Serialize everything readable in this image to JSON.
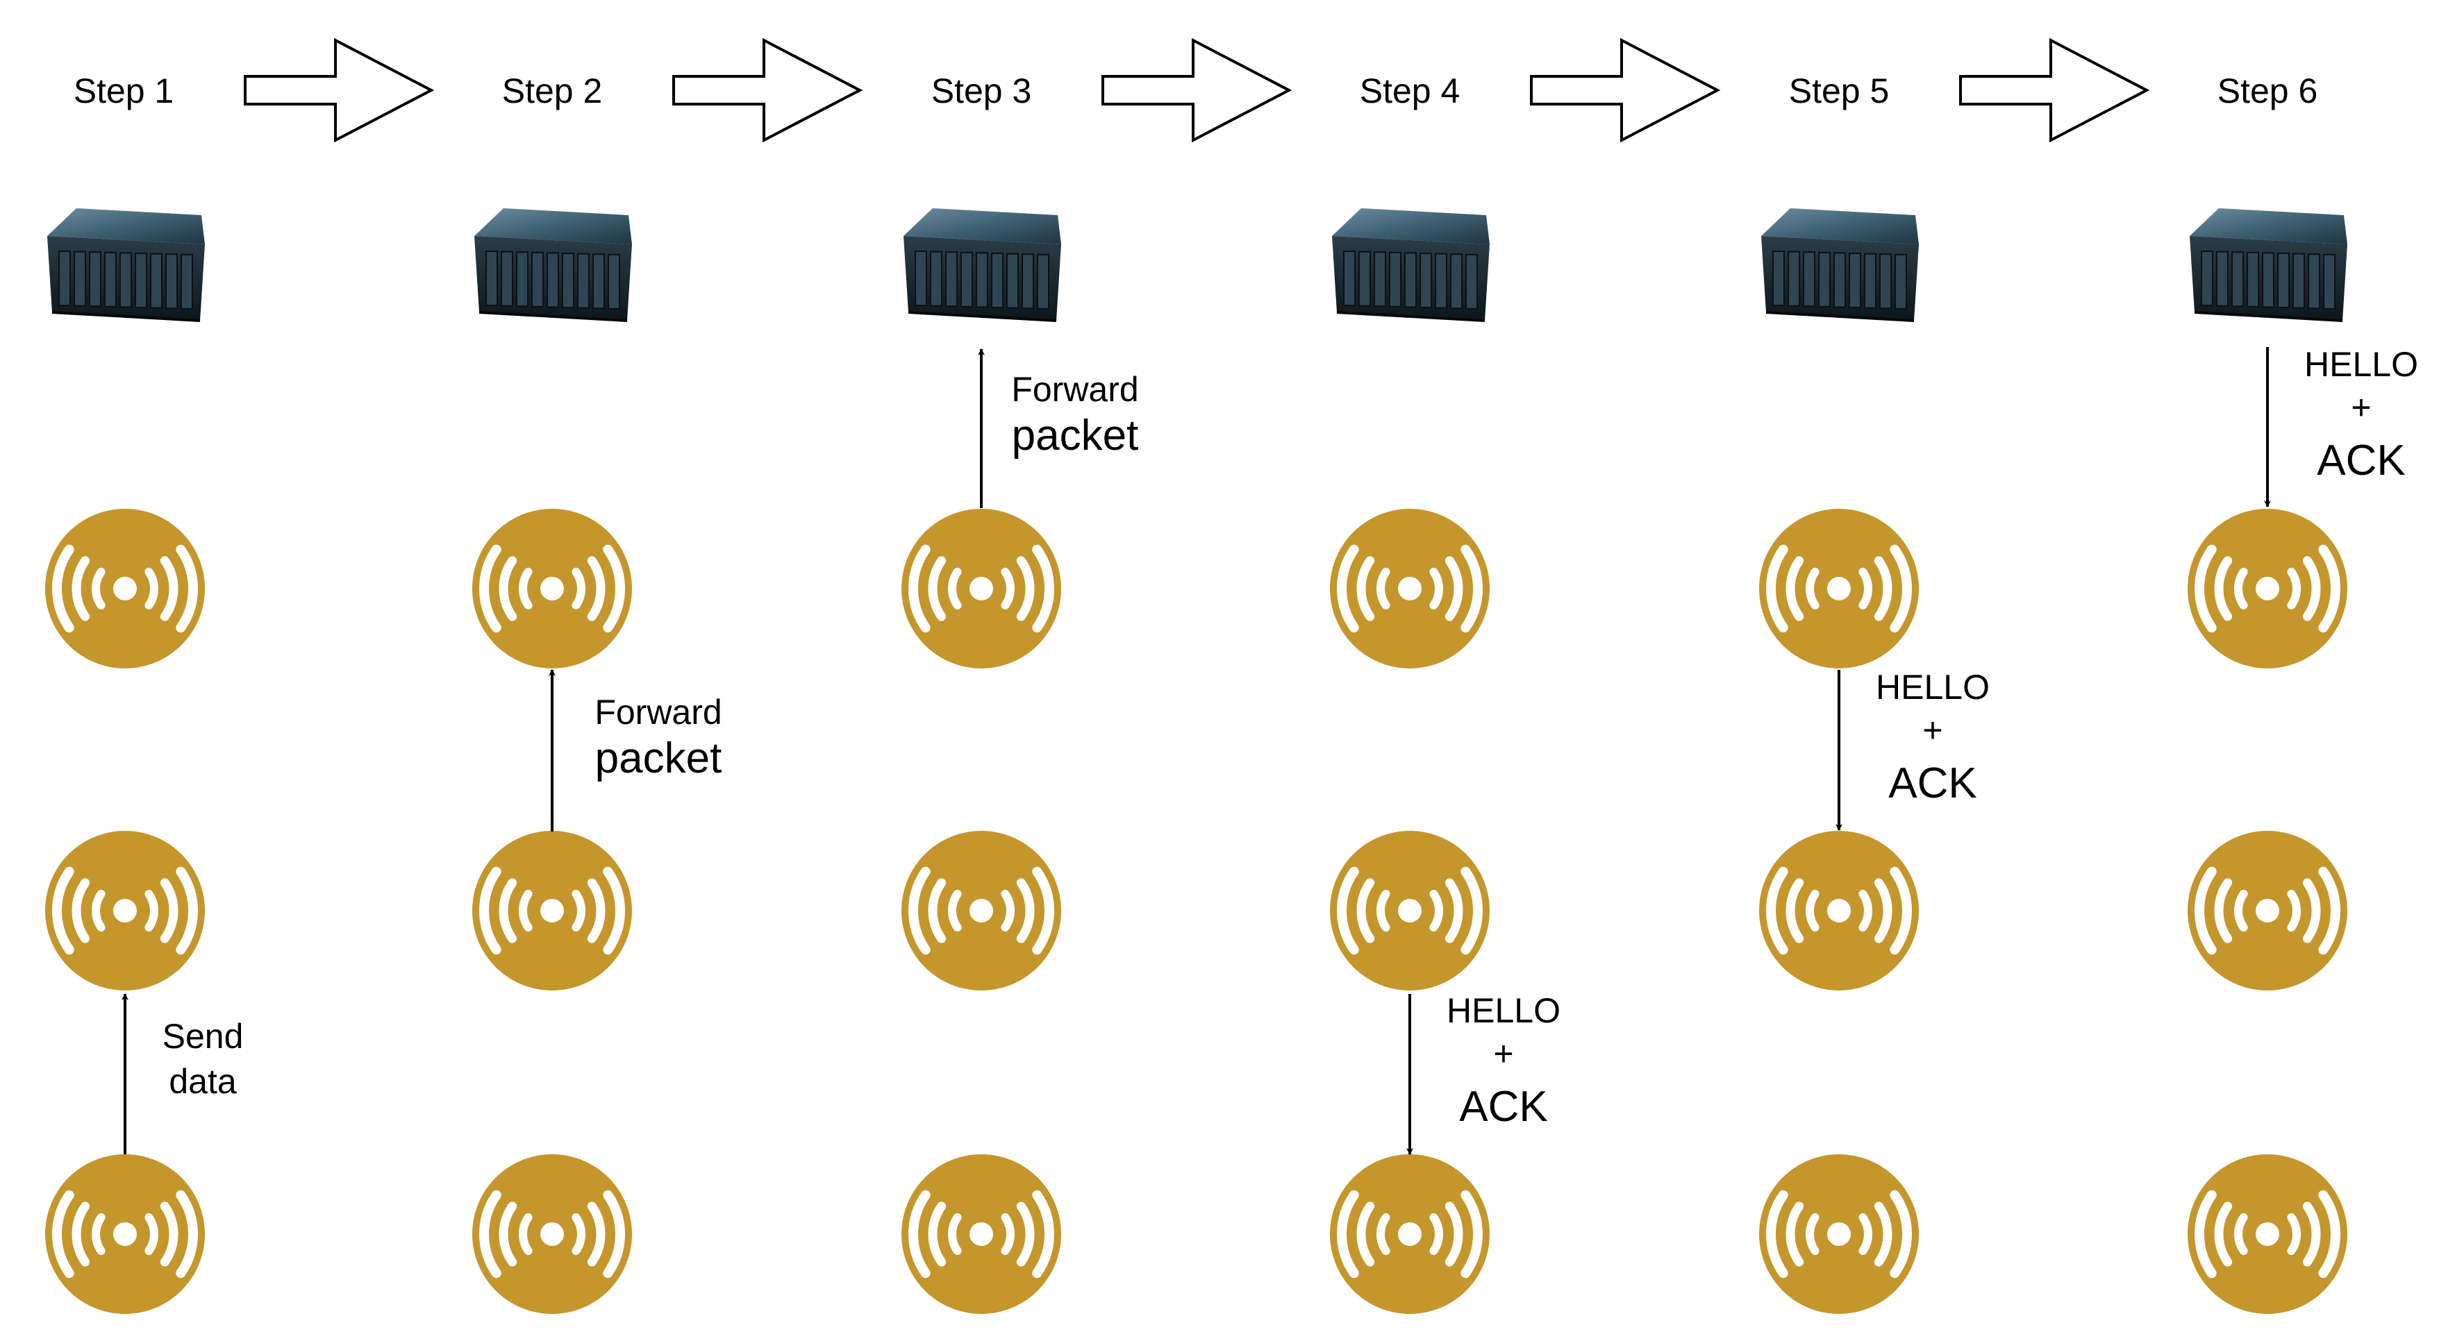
{
  "steps": [
    "Step 1",
    "Step 2",
    "Step 3",
    "Step 4",
    "Step 5",
    "Step 6"
  ],
  "colors": {
    "node": "#c4962c",
    "node_icon": "#ffffff",
    "server_dark": "#1c2a33",
    "server_top": "#3e6073",
    "line": "#000000"
  },
  "icons": {
    "server": "server-icon",
    "sensor": "wireless-sensor-icon",
    "step_arrow": "hollow-right-arrow-icon"
  },
  "annotations": {
    "send_data": [
      "Send",
      "data"
    ],
    "forward_packet": [
      "Forward",
      "packet"
    ],
    "hello_ack": [
      "HELLO",
      "+",
      "ACK"
    ]
  }
}
